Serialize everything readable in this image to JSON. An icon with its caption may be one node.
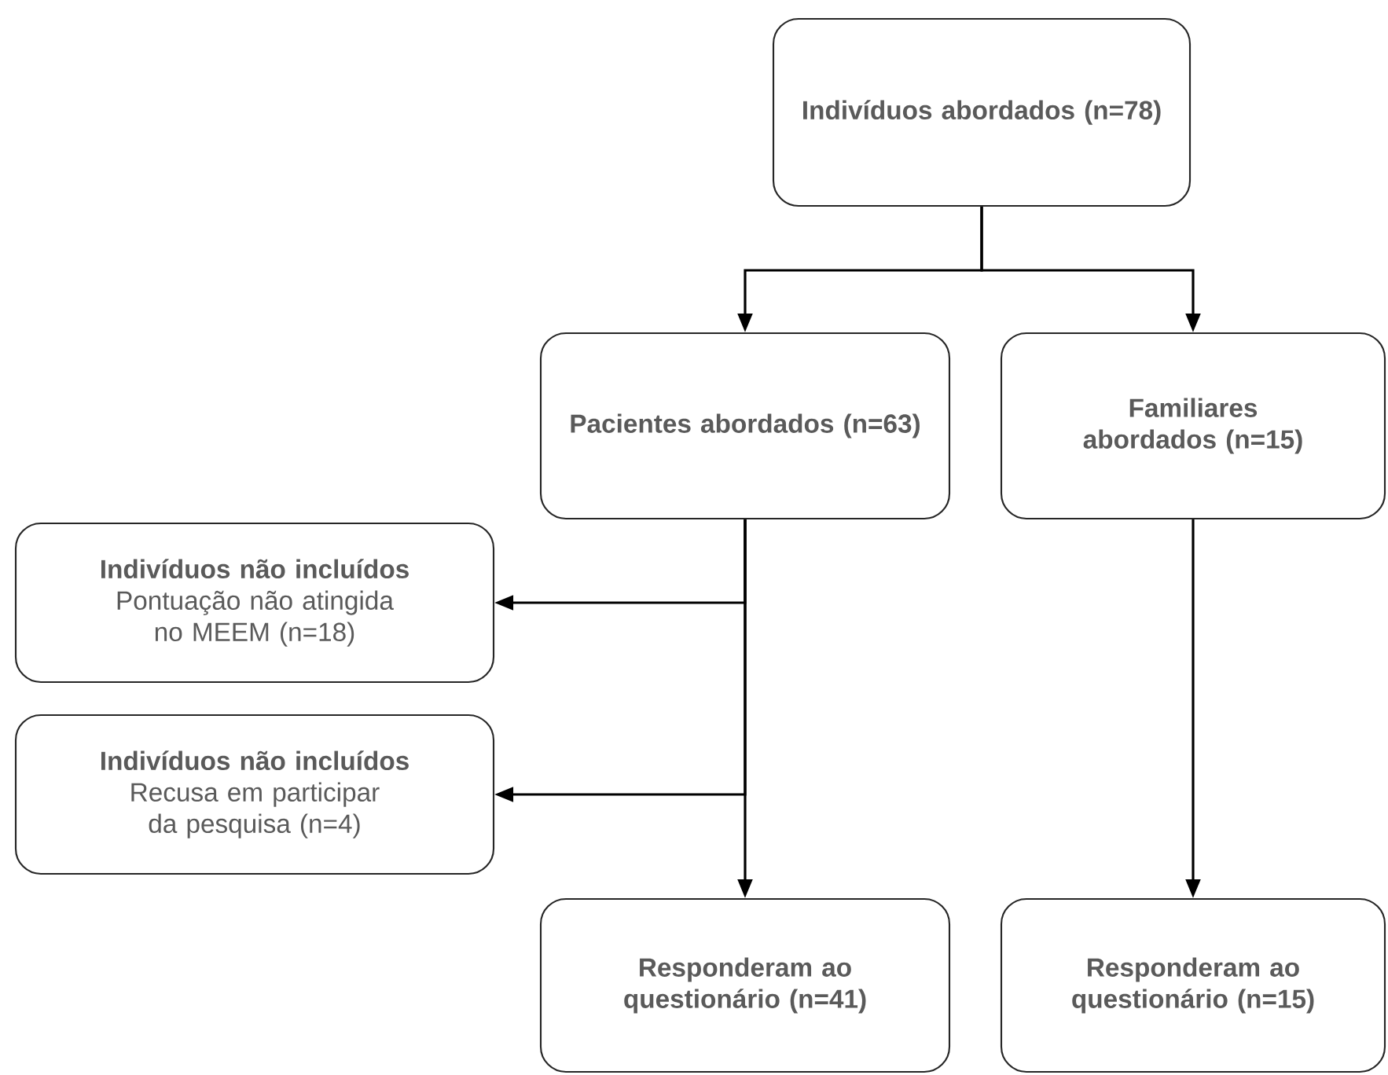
{
  "diagram": {
    "nodes": [
      {
        "text": [
          "Indivíduos abordados (n=78)"
        ]
      },
      {
        "text": [
          "Pacientes abordados (n=63)"
        ]
      },
      {
        "text": [
          "Familiares abordados (n=15)"
        ]
      },
      {
        "text": [
          "Indivíduos não incluídos",
          "Pontuação não atingida no MEEM (n=18)"
        ]
      },
      {
        "text": [
          "Indivíduos não incluídos",
          "Recusa em participar da pesquisa (n=4)"
        ]
      },
      {
        "text": [
          "Responderam ao questionário (n=41)"
        ]
      },
      {
        "text": [
          "Responderam ao questionário (n=15)"
        ]
      }
    ],
    "edges": [
      {
        "from": 0,
        "to": 1,
        "arrow": "to"
      },
      {
        "from": 0,
        "to": 2,
        "arrow": "to"
      },
      {
        "from": 1,
        "to": 3,
        "arrow": "to"
      },
      {
        "from": 1,
        "to": 4,
        "arrow": "to"
      },
      {
        "from": 1,
        "to": 5,
        "arrow": "to"
      },
      {
        "from": 2,
        "to": 6,
        "arrow": "to"
      }
    ]
  }
}
